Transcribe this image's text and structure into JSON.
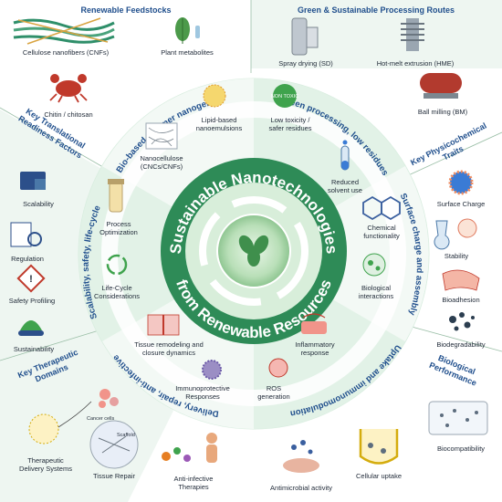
{
  "center": {
    "title_top": "Sustainable Nanotechnologies",
    "title_bottom": "from Renewable Resources"
  },
  "panels": {
    "renewable_feedstocks": "Renewable Feedstocks",
    "green_processing": "Green & Sustainable Processing Routes",
    "translational": [
      "Key Translational",
      "Readiness Factors"
    ],
    "physicochemical": [
      "Key Physicochemical",
      "Traits"
    ],
    "therapeutic": [
      "Key Therapeutic",
      "Domains"
    ],
    "biological": [
      "Biological",
      "Performance"
    ]
  },
  "ring_arcs": {
    "top_left": "Bio-based polymer nanogels",
    "top_right": "Green processing, low residues",
    "right": "Surface charge and assembly",
    "bottom_right": "Uptake and immunomodulation",
    "bottom_left": "Delivery, repair, anti-infective",
    "left": "Scalability, safety, life-cycle"
  },
  "items": {
    "cnf": "Cellulose nanofibers (CNFs)",
    "plant_metabolites": "Plant metabolites",
    "chitin": "Chitin / chitosan",
    "lipid": [
      "Lipid-based",
      "nanoemulsions"
    ],
    "nanocellulose": [
      "Nanocellulose",
      "(CNCs/CNFs)"
    ],
    "spray_drying": "Spray drying (SD)",
    "hme": "Hot-melt extrusion (HME)",
    "ball_milling": "Ball milling (BM)",
    "low_toxicity": [
      "Low toxicity /",
      "safer residues"
    ],
    "reduced_solvent": [
      "Reduced",
      "solvent use"
    ],
    "non_toxic_badge": "NON TOXIC",
    "scalability": "Scalability",
    "regulation": "Regulation",
    "safety_profiling": "Safety Profiling",
    "sustainability": "Sustainability",
    "process_opt": [
      "Process",
      "Optimization"
    ],
    "life_cycle": [
      "Life-Cycle",
      "Considerations"
    ],
    "surface_charge": "Surface Charge",
    "stability": "Stability",
    "bioadhesion": "Bioadhesion",
    "biodegradability": "Biodegradability",
    "chem_func": [
      "Chemical",
      "functionality"
    ],
    "bio_interactions": [
      "Biological",
      "interactions"
    ],
    "tissue_remodeling": [
      "Tissue remodeling and",
      "closure dynamics"
    ],
    "immunoprotective": [
      "Immunoprotective",
      "Responses"
    ],
    "inflammatory": [
      "Inflammatory",
      "response"
    ],
    "ros": [
      "ROS",
      "generation"
    ],
    "cancer_cells": "Cancer cells",
    "therapeutic_delivery": [
      "Therapeutic",
      "Delivery Systems"
    ],
    "scaffold": "Scaffold",
    "tissue_repair": "Tissue Repair",
    "anti_infective": [
      "Anti-infective",
      "Therapies"
    ],
    "antimicrobial": "Antimicrobial activity",
    "cellular_uptake": "Cellular uptake",
    "biocompatibility": "Biocompatibility"
  },
  "colors": {
    "bg_light": "#e8f5ec",
    "ring": "#cfe9d6",
    "accent": "#1f4e8c",
    "center": "#2e8b57"
  }
}
